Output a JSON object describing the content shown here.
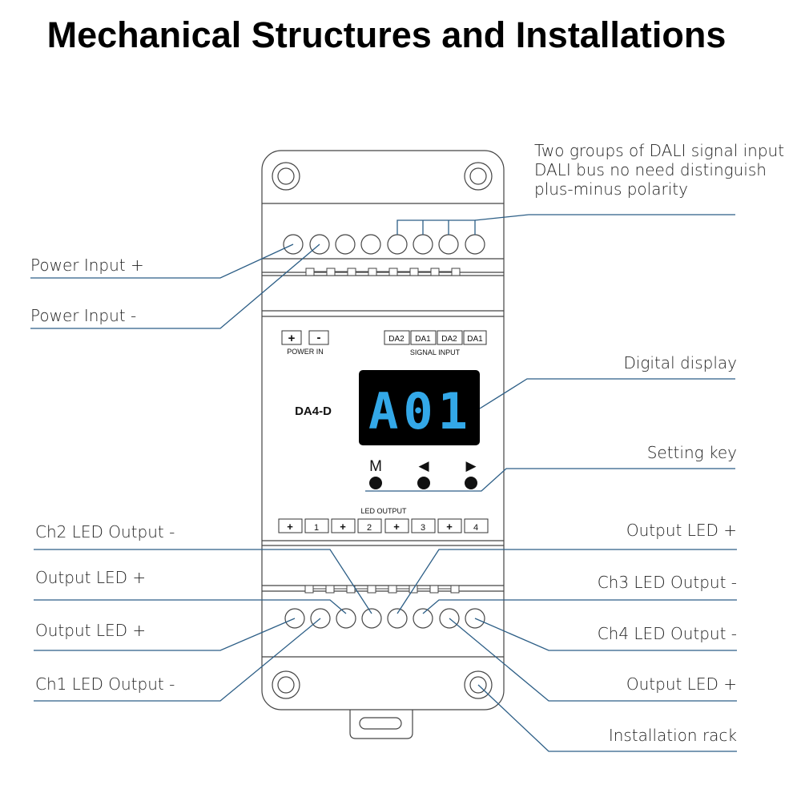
{
  "title": "Mechanical Structures and Installations",
  "device": {
    "model": "DA4-D",
    "display_text": "A01",
    "power_in_label": "POWER IN",
    "power_plus": "+",
    "power_minus": "-",
    "signal_input_label": "SIGNAL INPUT",
    "signal_terminals": [
      "DA2",
      "DA1",
      "DA2",
      "DA1"
    ],
    "led_output_label": "LED OUTPUT",
    "led_output_terminals": [
      "+",
      "1",
      "+",
      "2",
      "+",
      "3",
      "+",
      "4"
    ],
    "keys": [
      "M",
      "◀",
      "▶"
    ]
  },
  "callouts": {
    "dali_note": [
      "Two groups of DALI signal input",
      "DALI bus no need distinguish",
      "plus-minus polarity"
    ],
    "power_input_plus": "Power Input +",
    "power_input_minus": "Power Input -",
    "digital_display": "Digital display",
    "setting_key": "Setting key",
    "ch2_led_output_minus": "Ch2 LED Output -",
    "output_led_plus_l1": "Output LED +",
    "output_led_plus_l2": "Output LED +",
    "ch1_led_output_minus": "Ch1 LED Output -",
    "output_led_plus_r1": "Output LED +",
    "ch3_led_output_minus": "Ch3 LED Output -",
    "ch4_led_output_minus": "Ch4 LED Output -",
    "output_led_plus_r2": "Output LED +",
    "installation_rack": "Installation rack"
  }
}
